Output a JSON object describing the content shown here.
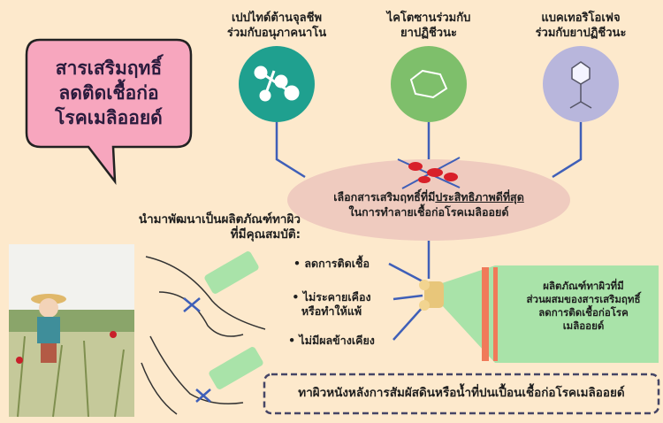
{
  "headline": {
    "lines": [
      "สารเสริมฤทธิ์",
      "ลดติดเชื้อก่อ",
      "โรคเมลิออยด์"
    ]
  },
  "options": [
    {
      "lines": [
        "เปปไทด์ต้านจุลชีพ",
        "ร่วมกับอนุภาคนาโน"
      ],
      "icon": "nanoparticle-icon",
      "color": "#1fa08f"
    },
    {
      "lines": [
        "ไคโตซานร่วมกับ",
        "ยาปฏิชีวนะ"
      ],
      "icon": "chitosan-molecule-icon",
      "color": "#7ebf6b"
    },
    {
      "lines": [
        "แบคเทอริโอเฟจ",
        "ร่วมกับยาปฏิชีวนะ"
      ],
      "icon": "bacteriophage-icon",
      "color": "#b8b6dc"
    }
  ],
  "selection": {
    "prefix": "เลือกสารเสริมฤทธิ์ที่มี",
    "emphasis": "ประสิทธิภาพดีที่สุด",
    "line2": "ในการทำลายเชื้อก่อโรคเมลิออยด์"
  },
  "development": {
    "lines": [
      "นำมาพัฒนาเป็นผลิตภัณฑ์ทาผิว",
      "ที่มีคุณสมบัติ:"
    ]
  },
  "properties": [
    {
      "lines": [
        "ลดการติดเชื้อ"
      ]
    },
    {
      "lines": [
        "ไม่ระคายเคือง",
        "หรือทำให้แพ้"
      ]
    },
    {
      "lines": [
        "ไม่มีผลข้างเคียง"
      ]
    }
  ],
  "product": {
    "lines": [
      "ผลิตภัณฑ์ทาผิวที่มี",
      "ส่วนผสมของสารเสริมฤทธิ์",
      "ลดการติดเชื้อก่อโรค",
      "เมลิออยด์"
    ]
  },
  "instruction": "ทาผิวหนังหลังการสัมผัสดินหรือน้ำที่ปนเปื้อนเชื้อก่อโรคเมลิออยด์",
  "colors": {
    "background": "#fde9cc",
    "bubble": "#f7a6be",
    "ellipse": "#efcbbf",
    "line": "#3f5fb8",
    "tube": "#a9e3a9",
    "stripe": "#f07a5a"
  }
}
